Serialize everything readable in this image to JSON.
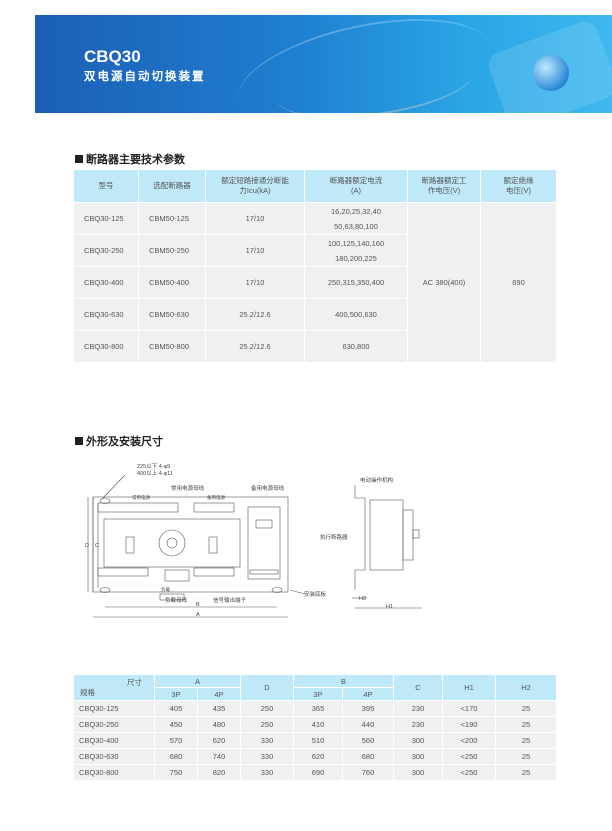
{
  "header": {
    "model": "CBQ30",
    "name": "双电源自动切换装置"
  },
  "section1": {
    "title": "断路器主要技术参数",
    "headers": [
      "型号",
      "选配断路器",
      "额定短路接通分断能力Icu(kA)",
      "断路器额定电流(A)",
      "断路器额定工作电压(V)",
      "额定绝缘电压(V)"
    ],
    "rows": [
      {
        "model": "CBQ30-125",
        "breaker": "CBM50-125",
        "icu": "17/10",
        "current": [
          "16,20,25,32,40",
          "50,63,80,100"
        ]
      },
      {
        "model": "CBQ30-250",
        "breaker": "CBM50-250",
        "icu": "17/10",
        "current": [
          "100,125,140,160",
          "180,200,225"
        ]
      },
      {
        "model": "CBQ30-400",
        "breaker": "CBM50-400",
        "icu": "17/10",
        "current": [
          "250,315,350,400"
        ]
      },
      {
        "model": "CBQ30-630",
        "breaker": "CBM50-630",
        "icu": "25.2/12.6",
        "current": [
          "400,500,630"
        ]
      },
      {
        "model": "CBQ30-800",
        "breaker": "CBM50-800",
        "icu": "25.2/12.6",
        "current": [
          "630,800"
        ]
      }
    ],
    "voltage": "AC 380(400)",
    "insulation": "690"
  },
  "section2": {
    "title": "外形及安装尺寸",
    "front": {
      "holes1": "225以下 4-φ9",
      "holes2": "400以上 4-φ11",
      "main_bus": "常用电源母线",
      "backup_bus": "备用电源母线",
      "main_tag": "常用电源",
      "backup_tag": "备用电源",
      "load_bus": "负载母线",
      "load_tag": "负载",
      "signal": "信号输出端子",
      "plate": "安装底板",
      "D": "D",
      "C": "C",
      "B": "B",
      "A": "A"
    },
    "side": {
      "motor": "电动操作机构",
      "breaker": "执行断路器",
      "H1": "H1",
      "H2": "H2"
    }
  },
  "dims": {
    "corner_top": "尺寸",
    "corner_bottom": "规格",
    "A": "A",
    "B": "B",
    "D": "D",
    "C": "C",
    "H1": "H1",
    "H2": "H2",
    "p3": "3P",
    "p4": "4P",
    "rows": [
      [
        "CBQ30-125",
        "405",
        "435",
        "250",
        "365",
        "395",
        "230",
        "<170",
        "25"
      ],
      [
        "CBQ30-250",
        "450",
        "480",
        "250",
        "410",
        "440",
        "230",
        "<190",
        "25"
      ],
      [
        "CBQ30-400",
        "570",
        "620",
        "330",
        "510",
        "560",
        "300",
        "<200",
        "25"
      ],
      [
        "CBQ30-630",
        "680",
        "740",
        "330",
        "620",
        "680",
        "300",
        "<250",
        "25"
      ],
      [
        "CBQ30-800",
        "750",
        "820",
        "330",
        "690",
        "760",
        "300",
        "<250",
        "25"
      ]
    ]
  }
}
